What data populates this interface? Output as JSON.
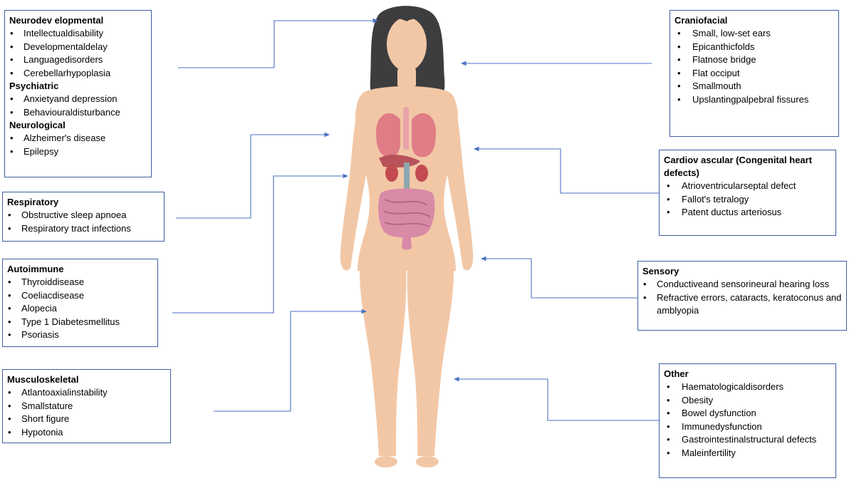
{
  "boxes": {
    "neuro": {
      "sections": [
        {
          "heading": "Neurodev elopmental",
          "items": [
            "Intellectualdisability",
            "Developmentaldelay",
            "Languagedisorders",
            "Cerebellarhypoplasia"
          ]
        },
        {
          "heading": "Psychiatric",
          "items": [
            "Anxietyand depression",
            "Behaviouraldisturbance"
          ]
        },
        {
          "heading": "Neurological",
          "items": [
            "Alzheimer's disease",
            "Epilepsy"
          ]
        }
      ]
    },
    "respiratory": {
      "heading": "Respiratory",
      "items": [
        "Obstructive sleep apnoea",
        "Respiratory tract infections"
      ]
    },
    "autoimmune": {
      "heading": "Autoimmune",
      "items": [
        "Thyroiddisease",
        "Coeliacdisease",
        "Alopecia",
        "Type 1 Diabetesmellitus",
        "Psoriasis"
      ]
    },
    "musculoskeletal": {
      "heading": "Musculoskeletal",
      "items": [
        "Atlantoaxialinstability",
        "Smallstature",
        "Short figure",
        "Hypotonia"
      ]
    },
    "craniofacial": {
      "heading": "Craniofacial",
      "items": [
        "Small, low-set ears",
        "Epicanthicfolds",
        "Flatnose bridge",
        "Flat occiput",
        "Smallmouth",
        "Upslantingpalpebral fissures"
      ]
    },
    "cardiovascular": {
      "heading": "Cardiov ascular (Congenital heart defects)",
      "items": [
        "Atrioventricularseptal defect",
        "Fallot's tetralogy",
        "Patent ductus arteriosus"
      ]
    },
    "sensory": {
      "heading": "Sensory",
      "items": [
        "Conductiveand sensorineural hearing loss",
        "Refractive errors, cataracts, keratoconus and amblyopia"
      ]
    },
    "other": {
      "heading": "Other",
      "items": [
        "Haematologicaldisorders",
        "Obesity",
        "Bowel dysfunction",
        "Immunedysfunction",
        "Gastrointestinalstructural defects",
        "Maleinfertility"
      ]
    }
  },
  "colors": {
    "box_border": "#3c5f9e",
    "arrow": "#4a72c4",
    "skin": "#f2c7a6",
    "hair": "#3d3d3f",
    "lungs": "#e07c86",
    "intestine": "#d88aa6"
  }
}
